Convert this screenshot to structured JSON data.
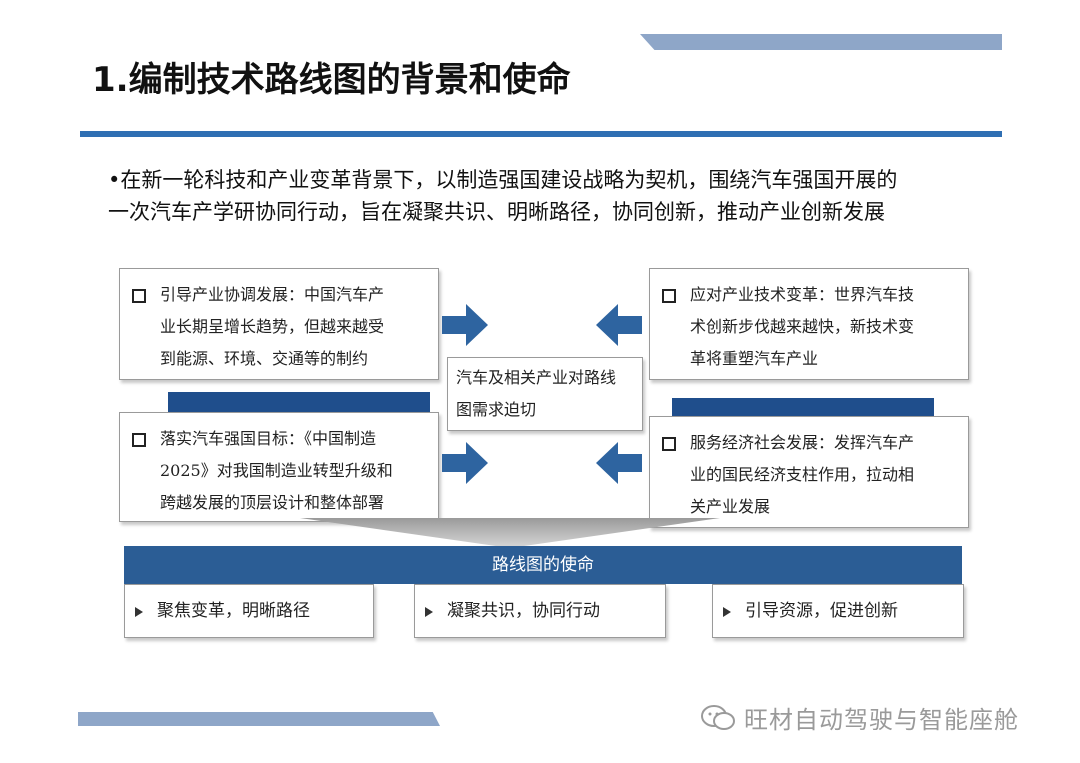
{
  "title": "1.编制技术路线图的背景和使命",
  "intro": {
    "line1": "•在新一轮科技和产业变革背景下，以制造强国建设战略为契机，围绕汽车强国开展的",
    "line2": "一次汽车产学研协同行动，旨在凝聚共识、明晰路径，协同创新，推动产业创新发展"
  },
  "boxes": {
    "top_left": [
      "引导产业协调发展：中国汽车产",
      "业长期呈增长趋势，但越来越受",
      "到能源、环境、交通等的制约"
    ],
    "bottom_left": [
      "落实汽车强国目标：《中国制造",
      "2025》对我国制造业转型升级和",
      "跨越发展的顶层设计和整体部署"
    ],
    "top_right": [
      "应对产业技术变革：世界汽车技",
      "术创新步伐越来越快，新技术变",
      "革将重塑汽车产业"
    ],
    "bottom_right": [
      "服务经济社会发展：发挥汽车产",
      "业的国民经济支柱作用，拉动相",
      "关产业发展"
    ]
  },
  "center": [
    "汽车及相关产业对路线",
    "图需求迫切"
  ],
  "mission": {
    "title": "路线图的使命",
    "items": [
      "聚焦变革，明晰路径",
      "凝聚共识，协同行动",
      "引导资源，促进创新"
    ]
  },
  "watermark": "旺材自动驾驶与智能座舱",
  "colors": {
    "accent_blue": "#2f6fb3",
    "dark_blue": "#1f4e8c",
    "mission_blue": "#2b5d95",
    "arrow_blue": "#2e64a0",
    "stripe_blue": "#8ea6c8"
  },
  "icons": {
    "checkbox": "checkbox-icon",
    "right_arrow": "arrow-right-icon",
    "left_arrow": "arrow-left-icon",
    "bullet": "triangle-bullet-icon",
    "wechat": "wechat-icon"
  }
}
